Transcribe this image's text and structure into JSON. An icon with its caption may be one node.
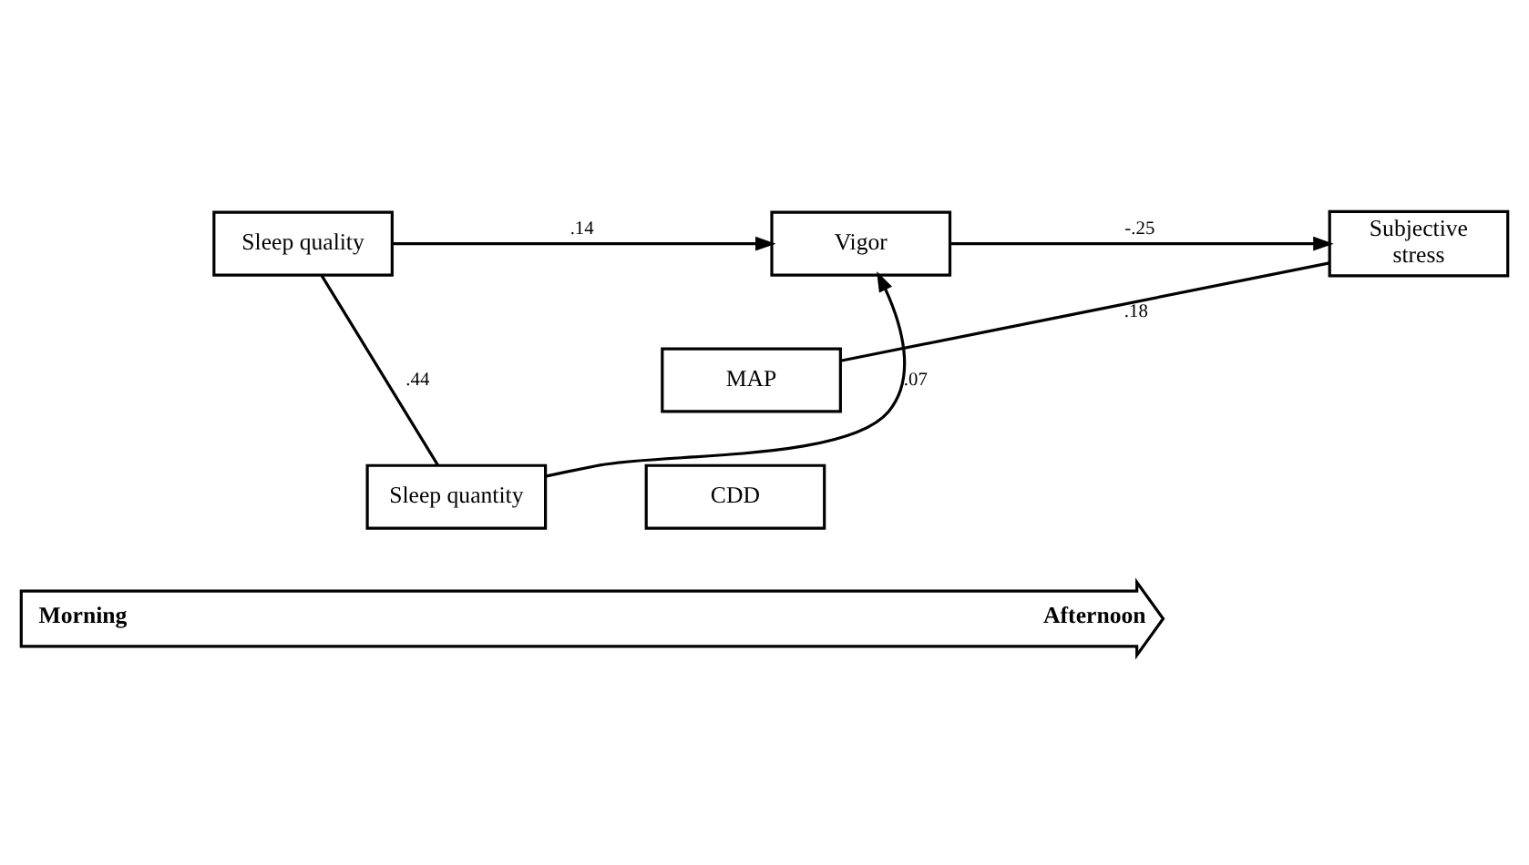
{
  "diagram": {
    "nodes": [
      {
        "text": [
          "Sleep quality"
        ]
      },
      {
        "text": [
          "Sleep quantity"
        ]
      },
      {
        "text": [
          "Vigor"
        ]
      },
      {
        "text": [
          "Subjective stress"
        ]
      },
      {
        "text": [
          "MAP"
        ]
      },
      {
        "text": [
          "CDD"
        ]
      },
      {
        "text": [
          "Morning",
          "Afternoon"
        ]
      }
    ],
    "edges": [
      {
        "from": 0,
        "to": 2,
        "arrow": "to",
        "label": ".14"
      },
      {
        "from": 0,
        "to": 1,
        "arrow": "none",
        "label": ".44"
      },
      {
        "from": 1,
        "to": 2,
        "arrow": "to",
        "label": ".07"
      },
      {
        "from": 2,
        "to": 3,
        "arrow": "to",
        "label": "-.25"
      },
      {
        "from": 3,
        "to": 4,
        "arrow": "none",
        "label": ".18"
      }
    ]
  }
}
